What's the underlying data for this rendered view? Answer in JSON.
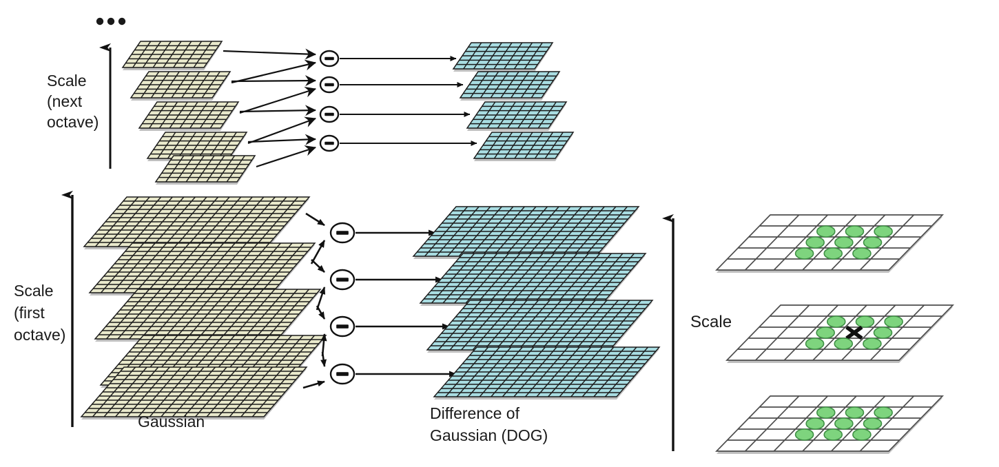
{
  "figure": {
    "title": "SIFT scale-space: Gaussian pyramid, Difference of Gaussian, and scale-space extrema detection",
    "background_color": "#ffffff",
    "ink_color": "#1a1a1a"
  },
  "colors": {
    "gaussian_plane_fill": "#e9e9cc",
    "gaussian_plane_stroke": "#1a1a1a",
    "dog_plane_fill": "#a9dde2",
    "dog_plane_stroke": "#1a1a1a",
    "neighbor_circle_fill": "#7ed47e",
    "neighbor_circle_stroke": "#3f8f45",
    "grid_line": "#4d4d4d",
    "arrow": "#111111",
    "text": "#1a1a1a"
  },
  "labels": {
    "ellipsis": "• • •",
    "scale_next_octave": [
      "Scale",
      "(next",
      "octave)"
    ],
    "scale_first_octave": [
      "Scale",
      "(first",
      "octave)"
    ],
    "gaussian": "Gaussian",
    "difference_of_gaussian": [
      "Difference of",
      "Gaussian (DOG)"
    ],
    "scale_right": "Scale",
    "minus_symbol": "−",
    "extremum_marker": "X"
  },
  "left_panel": {
    "name": "scale-space-construction",
    "next_octave": {
      "axis_label_lines": [
        "Scale",
        "(next",
        "octave)"
      ],
      "gaussian_plane_count": 5,
      "minus_operator_count": 4,
      "dog_plane_count": 4,
      "grid_cols": 8,
      "grid_rows": 6
    },
    "first_octave": {
      "axis_label_lines": [
        "Scale",
        "(first",
        "octave)"
      ],
      "gaussian_plane_count": 5,
      "minus_operator_count": 4,
      "dog_plane_count": 4,
      "grid_cols": 16,
      "grid_rows": 12
    },
    "column_captions": {
      "left": "Gaussian",
      "right_line1": "Difference of",
      "right_line2": "Gaussian (DOG)"
    }
  },
  "right_panel": {
    "name": "scale-space-extrema-detection",
    "axis_label": "Scale",
    "plane_count": 3,
    "grid_cols": 6,
    "grid_rows": 5,
    "neighbors_per_plane": [
      9,
      8,
      9
    ],
    "total_neighbors": 26,
    "center_marker": "X",
    "planes": [
      {
        "index": 0,
        "position": "upper",
        "markers": 9,
        "has_center_x": false
      },
      {
        "index": 1,
        "position": "middle",
        "markers": 8,
        "has_center_x": true
      },
      {
        "index": 2,
        "position": "lower",
        "markers": 9,
        "has_center_x": false
      }
    ]
  }
}
